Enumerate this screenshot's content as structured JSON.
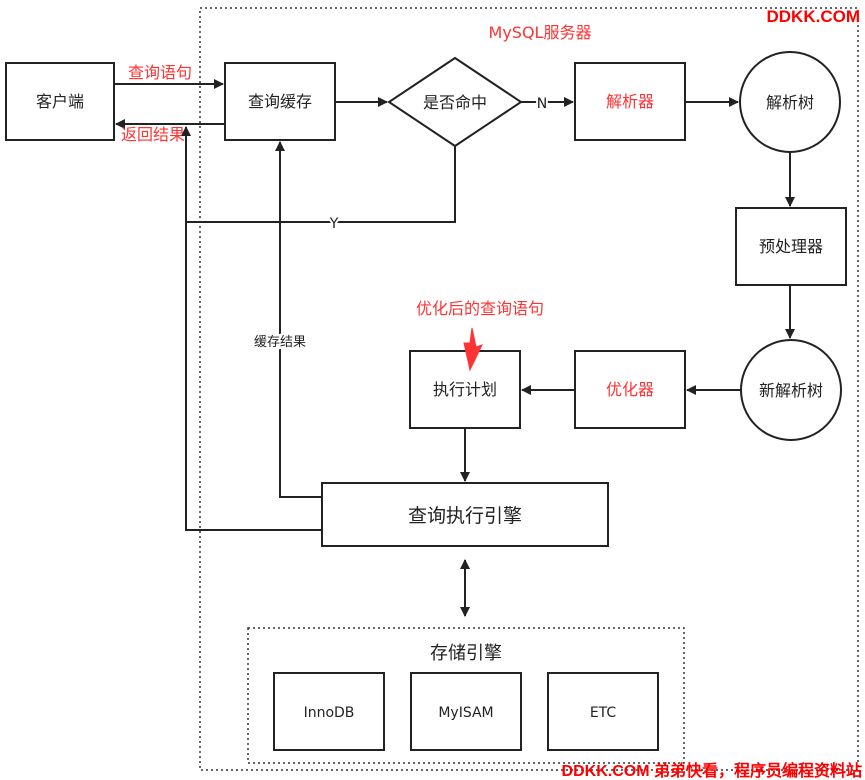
{
  "title": "MySQL服务器",
  "watermark_top": "DDKK.COM",
  "watermark_bottom": "DDKK.COM 弟弟快看，程序员编程资料站",
  "colors": {
    "accent": "#ff3333",
    "stroke": "#222222",
    "watermark": "#ff0000"
  },
  "nodes": {
    "client": "客户端",
    "query_cache": "查询缓存",
    "cache_hit": "是否命中",
    "parser": "解析器",
    "parse_tree": "解析树",
    "preprocessor": "预处理器",
    "new_parse_tree": "新解析树",
    "optimizer": "优化器",
    "execution_plan": "执行计划",
    "execution_engine": "查询执行引擎",
    "storage_engine": "存储引擎",
    "engines": [
      "InnoDB",
      "MyISAM",
      "ETC"
    ]
  },
  "edge_labels": {
    "query_statement": "查询语句",
    "return_result": "返回结果",
    "no": "N",
    "yes": "Y",
    "cache_result": "缓存结果",
    "optimized_query": "优化后的查询语句"
  }
}
